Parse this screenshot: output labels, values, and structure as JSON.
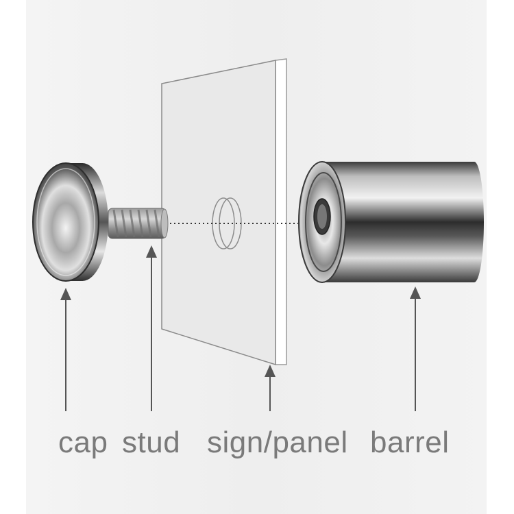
{
  "labels": {
    "cap": "cap",
    "stud": "stud",
    "panel": "sign/panel",
    "barrel": "barrel"
  },
  "colors": {
    "background": "#f1f1f1",
    "panel_face": "#e9e9e9",
    "label_text": "#7a7a7a",
    "arrow": "#555555"
  }
}
